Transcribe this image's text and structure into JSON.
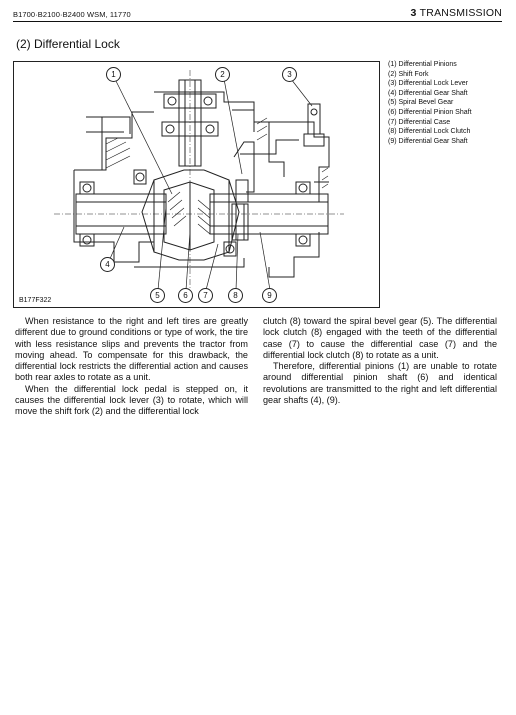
{
  "header": {
    "model_line": "B1700·B2100·B2400  WSM, 11770",
    "section_number": "3",
    "section_title": "TRANSMISSION"
  },
  "title": "(2) Differential Lock",
  "figure": {
    "code": "B177F322",
    "callouts_top": [
      "1",
      "2",
      "3"
    ],
    "callouts_bottom": [
      "4",
      "5",
      "6",
      "7",
      "8",
      "9"
    ]
  },
  "legend": [
    "(1)  Differential Pinions",
    "(2)  Shift Fork",
    "(3)  Differential Lock Lever",
    "(4)  Differential Gear Shaft",
    "(5)  Spiral Bevel Gear",
    "(6)  Differential Pinion Shaft",
    "(7)  Differential Case",
    "(8)  Differential Lock Clutch",
    "(9)  Differential Gear Shaft"
  ],
  "body": {
    "col1_p1": "When resistance to the right and left tires are greatly different due to ground conditions or type of work, the tire with less resistance slips and prevents the tractor from moving ahead. To compensate for this drawback, the differential lock restricts the differential action and causes both rear axles to rotate as a unit.",
    "col1_p2": "When the differential lock pedal is stepped on, it causes the differential lock lever (3) to rotate, which will move the shift fork (2) and the differential lock",
    "col2_p1": "clutch (8) toward the spiral bevel gear (5). The differential lock clutch (8) engaged with the teeth of the differential case (7) to cause the differential case (7) and the differential lock clutch (8) to rotate as a unit.",
    "col2_p2": "Therefore, differential pinions (1) are unable to rotate around differential pinion shaft (6) and identical revolutions are transmitted to the right and left differential gear shafts (4), (9)."
  }
}
